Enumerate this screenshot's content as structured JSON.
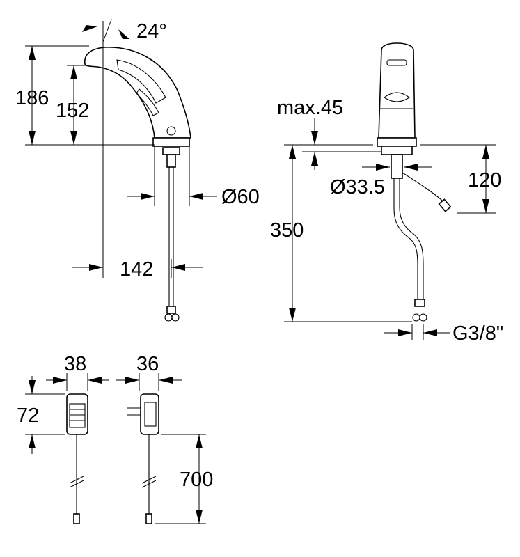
{
  "faucet_side_view": {
    "angle_label": "24°",
    "total_height_label": "186",
    "spout_height_label": "152",
    "base_diameter_label": "Ø60",
    "spout_reach_label": "142"
  },
  "faucet_front_view": {
    "max_thickness_label": "max.45",
    "hole_diameter_label": "Ø33.5",
    "hose_length_label": "350",
    "cable_height_label": "120",
    "thread_label": "G3/8\""
  },
  "adapter_views": {
    "front_width_label": "38",
    "side_width_label": "36",
    "height_label": "72",
    "cable_length_label": "700"
  }
}
